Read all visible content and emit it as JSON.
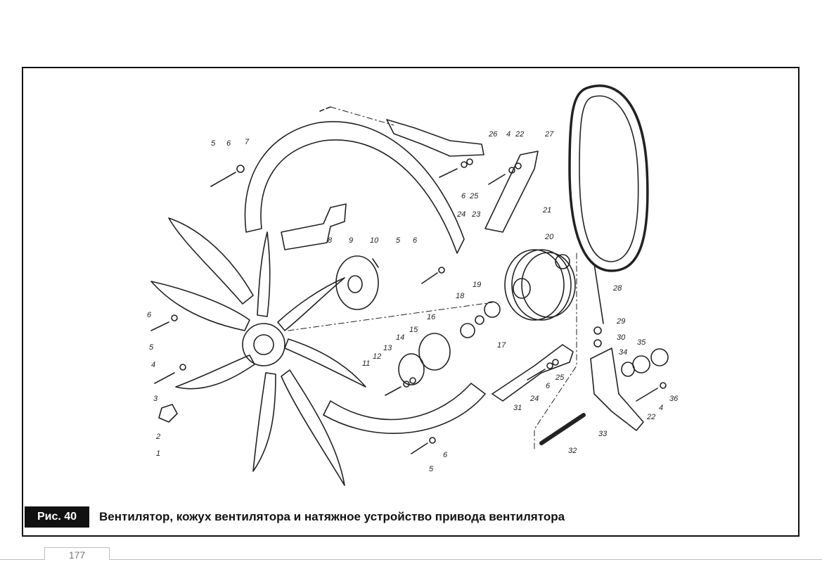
{
  "figure": {
    "badge": "Рис. 40",
    "caption": "Вентилятор, кожух вентилятора и натяжное устройство привода вентилятора"
  },
  "page": {
    "number": "177"
  },
  "callouts": [
    "1",
    "2",
    "3",
    "4",
    "5",
    "6",
    "7",
    "8",
    "9",
    "10",
    "11",
    "12",
    "13",
    "14",
    "15",
    "16",
    "17",
    "18",
    "19",
    "20",
    "21",
    "22",
    "23",
    "24",
    "25",
    "26",
    "27",
    "28",
    "29",
    "30",
    "31",
    "32",
    "33",
    "34",
    "35",
    "36"
  ],
  "callout_labels": [
    "5",
    "6",
    "7",
    "26",
    "4",
    "22",
    "27",
    "6",
    "25",
    "24",
    "23",
    "21",
    "8",
    "9",
    "10",
    "5",
    "6",
    "20",
    "19",
    "28",
    "18",
    "16",
    "15",
    "14",
    "13",
    "12",
    "11",
    "17",
    "29",
    "30",
    "34",
    "35",
    "6",
    "5",
    "4",
    "3",
    "2",
    "1",
    "24",
    "6",
    "25",
    "31",
    "22",
    "4",
    "36",
    "32",
    "33",
    "5",
    "6"
  ]
}
